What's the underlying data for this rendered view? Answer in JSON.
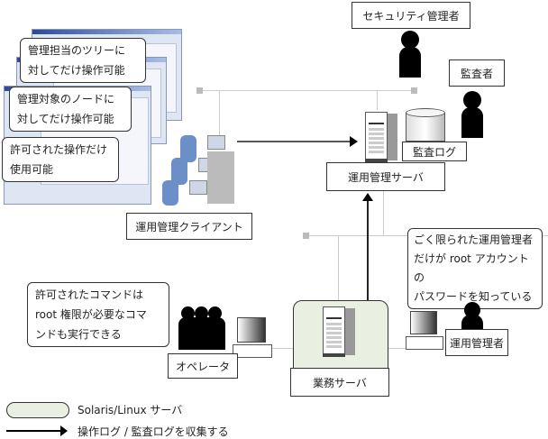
{
  "roles": {
    "security_admin": "セキュリティ管理者",
    "auditor": "監査者",
    "operator": "オペレータ",
    "ops_admin": "運用管理者"
  },
  "nodes": {
    "ops_server": "運用管理サーバ",
    "audit_log": "監査ログ",
    "ops_client": "運用管理クライアント",
    "business_server": "業務サーバ"
  },
  "bubbles": {
    "tree": [
      "管理担当のツリーに",
      "対してだけ操作可能"
    ],
    "node": [
      "管理対象のノードに",
      "対してだけ操作可能"
    ],
    "ops": [
      "許可された操作だけ",
      "使用可能"
    ],
    "operator": [
      "許可されたコマンドは",
      "root 権限が必要なコマ",
      "ンドも実行できる"
    ],
    "admin": [
      "ごく限られた運用管理者",
      "だけが root アカウントの",
      "パスワードを知っている"
    ]
  },
  "legend": {
    "server": "Solaris/Linux サーバ",
    "arrow": "操作ログ / 監査ログを収集する"
  },
  "colors": {
    "server_fill": "#e9efe1",
    "line": "#cccccc"
  }
}
